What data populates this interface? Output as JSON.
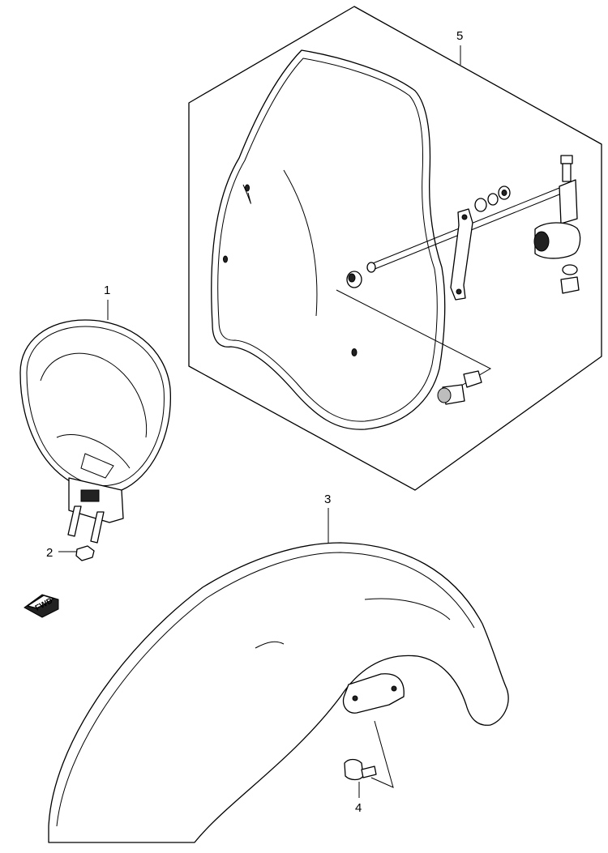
{
  "diagram": {
    "callouts": {
      "headlamp_housing": "1",
      "nut": "2",
      "front_fender": "3",
      "bolt": "4",
      "windshield_set": "5"
    },
    "direction_badge": "FWD"
  }
}
